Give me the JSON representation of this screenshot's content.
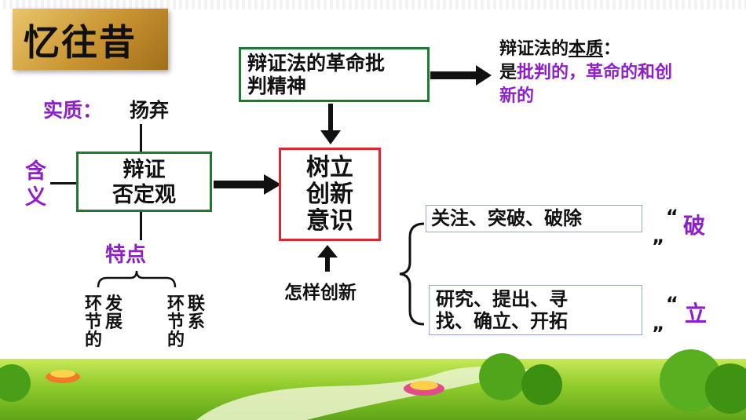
{
  "title": "忆往昔",
  "essence": {
    "label": "实质：",
    "value": "扬弃"
  },
  "meaning": "含义",
  "dialectical_negation": {
    "line1": "辩证",
    "line2": "否定观"
  },
  "features": {
    "label": "特点",
    "items": [
      {
        "c1": [
          "环",
          "节",
          "的"
        ],
        "c2": [
          "发",
          "展"
        ]
      },
      {
        "c1": [
          "环",
          "节",
          "的"
        ],
        "c2": [
          "联",
          "系"
        ]
      }
    ]
  },
  "revolutionary_spirit": {
    "line1": "辩证法的革命批",
    "line2": "判精神"
  },
  "innovation_awareness": {
    "line1": "树立",
    "line2": "创新",
    "line3": "意识"
  },
  "essence_of_dialectics": {
    "label_prefix": "辩证法的",
    "label_key": "本质",
    "label_colon": "：",
    "prefix": "是",
    "line1": "批判的，革命的和创",
    "line2": "新的"
  },
  "how_to_innovate": "怎样创新",
  "break": {
    "text": "关注、突破、破除",
    "quote_open": "“",
    "char": "破",
    "quote_close": "”"
  },
  "establish": {
    "line1": "研究、提出、寻",
    "line2": "找、确立、开拓",
    "quote_open": "“",
    "char": "立",
    "quote_close": "”"
  },
  "colors": {
    "green_border": "#1e7a2e",
    "red_border": "#e0262c",
    "purple": "#8e1fc8",
    "title_bg": "#c8932f"
  }
}
